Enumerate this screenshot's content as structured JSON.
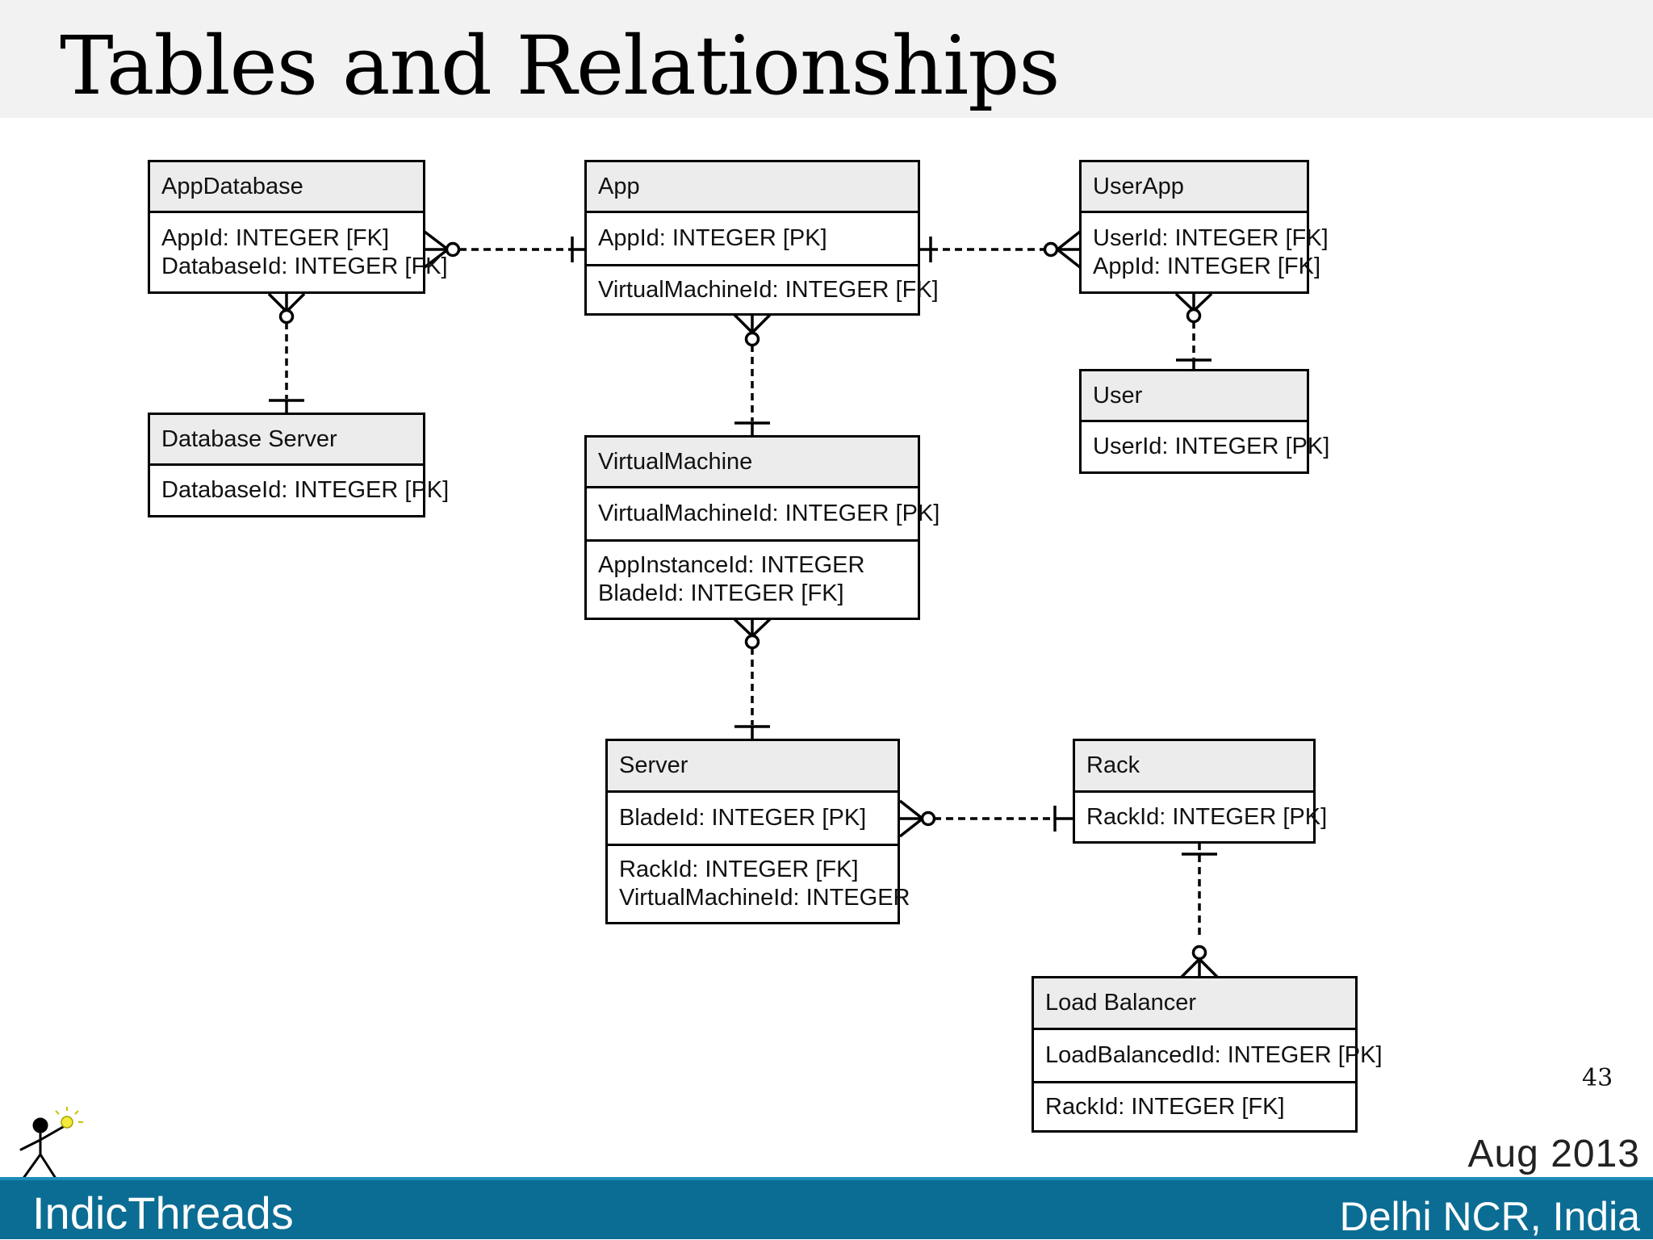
{
  "slide": {
    "title": "Tables and Relationships",
    "page_number": "43",
    "event_date": "Aug 2013",
    "brand": "IndicThreads",
    "location": "Delhi NCR, India"
  },
  "entities": {
    "app_database": {
      "name": "AppDatabase",
      "attrs": [
        "AppId: INTEGER [FK]",
        "DatabaseId: INTEGER [FK]"
      ]
    },
    "database_server": {
      "name": "Database Server",
      "attrs": [
        "DatabaseId: INTEGER [PK]"
      ]
    },
    "app": {
      "name": "App",
      "keys": [
        "AppId: INTEGER [PK]"
      ],
      "attrs": [
        "VirtualMachineId: INTEGER [FK]"
      ]
    },
    "virtual_machine": {
      "name": "VirtualMachine",
      "keys": [
        "VirtualMachineId: INTEGER [PK]"
      ],
      "attrs": [
        "AppInstanceId: INTEGER",
        "BladeId: INTEGER [FK]"
      ]
    },
    "server": {
      "name": "Server",
      "keys": [
        "BladeId: INTEGER [PK]"
      ],
      "attrs": [
        "RackId: INTEGER [FK]",
        "VirtualMachineId: INTEGER"
      ]
    },
    "user_app": {
      "name": "UserApp",
      "attrs": [
        "UserId: INTEGER [FK]",
        "AppId: INTEGER [FK]"
      ]
    },
    "user": {
      "name": "User",
      "attrs": [
        "UserId: INTEGER [PK]"
      ]
    },
    "rack": {
      "name": "Rack",
      "attrs": [
        "RackId: INTEGER [PK]"
      ]
    },
    "load_balancer": {
      "name": "Load Balancer",
      "keys": [
        "LoadBalancedId: INTEGER [PK]"
      ],
      "attrs": [
        "RackId: INTEGER [FK]"
      ]
    }
  },
  "relationships": [
    {
      "from": "AppDatabase",
      "to": "App",
      "from_end": "zero-or-many",
      "to_end": "exactly-one"
    },
    {
      "from": "AppDatabase",
      "to": "Database Server",
      "from_end": "zero-or-many",
      "to_end": "exactly-one"
    },
    {
      "from": "App",
      "to": "VirtualMachine",
      "from_end": "zero-or-many",
      "to_end": "exactly-one"
    },
    {
      "from": "App",
      "to": "UserApp",
      "from_end": "exactly-one",
      "to_end": "zero-or-many"
    },
    {
      "from": "UserApp",
      "to": "User",
      "from_end": "zero-or-many",
      "to_end": "exactly-one"
    },
    {
      "from": "VirtualMachine",
      "to": "Server",
      "from_end": "zero-or-many",
      "to_end": "exactly-one"
    },
    {
      "from": "Server",
      "to": "Rack",
      "from_end": "zero-or-many",
      "to_end": "exactly-one"
    },
    {
      "from": "Rack",
      "to": "Load Balancer",
      "from_end": "exactly-one",
      "to_end": "zero-or-many"
    }
  ],
  "colors": {
    "title_band": "#f2f2f2",
    "entity_header": "#ececec",
    "footer_band": "#0b6d94",
    "line": "#000000"
  }
}
